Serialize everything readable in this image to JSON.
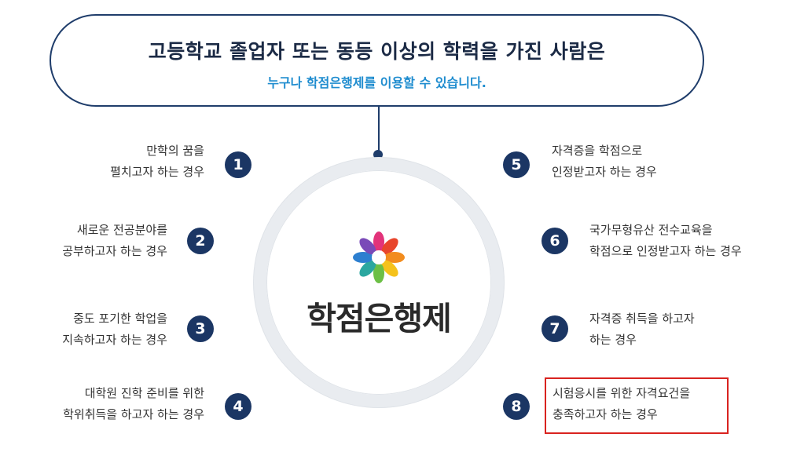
{
  "header": {
    "title": "고등학교 졸업자 또는 동등 이상의 학력을 가진 사람은",
    "subtitle": "누구나 학점은행제를 이용할 수 있습니다."
  },
  "center": {
    "brand": "학점은행제"
  },
  "items": [
    {
      "num": "1",
      "line1": "만학의 꿈을",
      "line2": "펼치고자 하는 경우"
    },
    {
      "num": "2",
      "line1": "새로운 전공분야를",
      "line2": "공부하고자 하는 경우"
    },
    {
      "num": "3",
      "line1": "중도 포기한 학업을",
      "line2": "지속하고자 하는 경우"
    },
    {
      "num": "4",
      "line1": "대학원 진학 준비를 위한",
      "line2": "학위취득을 하고자 하는 경우"
    },
    {
      "num": "5",
      "line1": "자격증을 학점으로",
      "line2": "인정받고자 하는 경우"
    },
    {
      "num": "6",
      "line1": "국가무형유산 전수교육을",
      "line2": "학점으로 인정받고자 하는 경우"
    },
    {
      "num": "7",
      "line1": "자격증 취득을 하고자",
      "line2": "하는 경우"
    },
    {
      "num": "8",
      "line1": "시험응시를 위한 자격요건을",
      "line2": "충족하고자 하는 경우"
    }
  ],
  "colors": {
    "navy": "#1b3664",
    "accent_blue": "#1e8ccf",
    "highlight_red": "#d9231f"
  }
}
